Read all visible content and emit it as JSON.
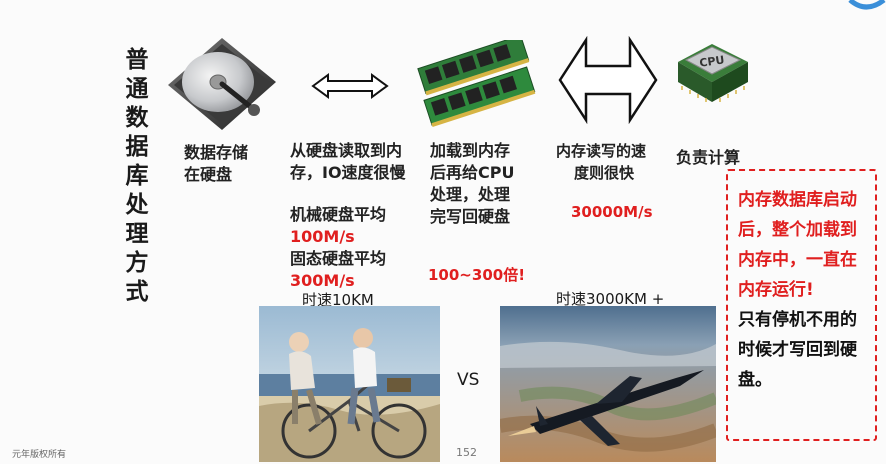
{
  "vertical_title": [
    "普",
    "通",
    "数",
    "据",
    "库",
    "处",
    "理",
    "方",
    "式"
  ],
  "steps": {
    "disk": {
      "label": "数据存储\n在硬盘"
    },
    "read": {
      "line1": "从硬盘读取到内",
      "line2": "存，IO速度很慢",
      "hdd_label": "机械硬盘平均",
      "hdd_speed": "100M/s",
      "ssd_label": "固态硬盘平均",
      "ssd_speed": "300M/s"
    },
    "load": {
      "line1": "加载到内存",
      "line2": "后再给CPU",
      "line3": "处理，处理",
      "line4": "完写回硬盘",
      "ratio": "100~300倍!"
    },
    "mem": {
      "line1": "内存读写的速",
      "line2": "度则很快",
      "speed": "30000M/s"
    },
    "cpu": {
      "label": "负责计算",
      "chip_text": "CPU"
    }
  },
  "note_box": {
    "red_lines": [
      "内存数据库启动",
      "后，整个加载到",
      "内存中，一直在",
      "内存运行!"
    ],
    "black_lines": [
      "只有停机不用的",
      "时候才写回到硬",
      "盘。"
    ]
  },
  "compare": {
    "left_caption": "时速10KM",
    "right_caption": "时速3000KM +",
    "vs": "VS"
  },
  "footer": {
    "copyright": "元年版权所有",
    "page_number": "152"
  },
  "colors": {
    "accent_red": "#e01f1f",
    "text": "#1a1a1a"
  }
}
